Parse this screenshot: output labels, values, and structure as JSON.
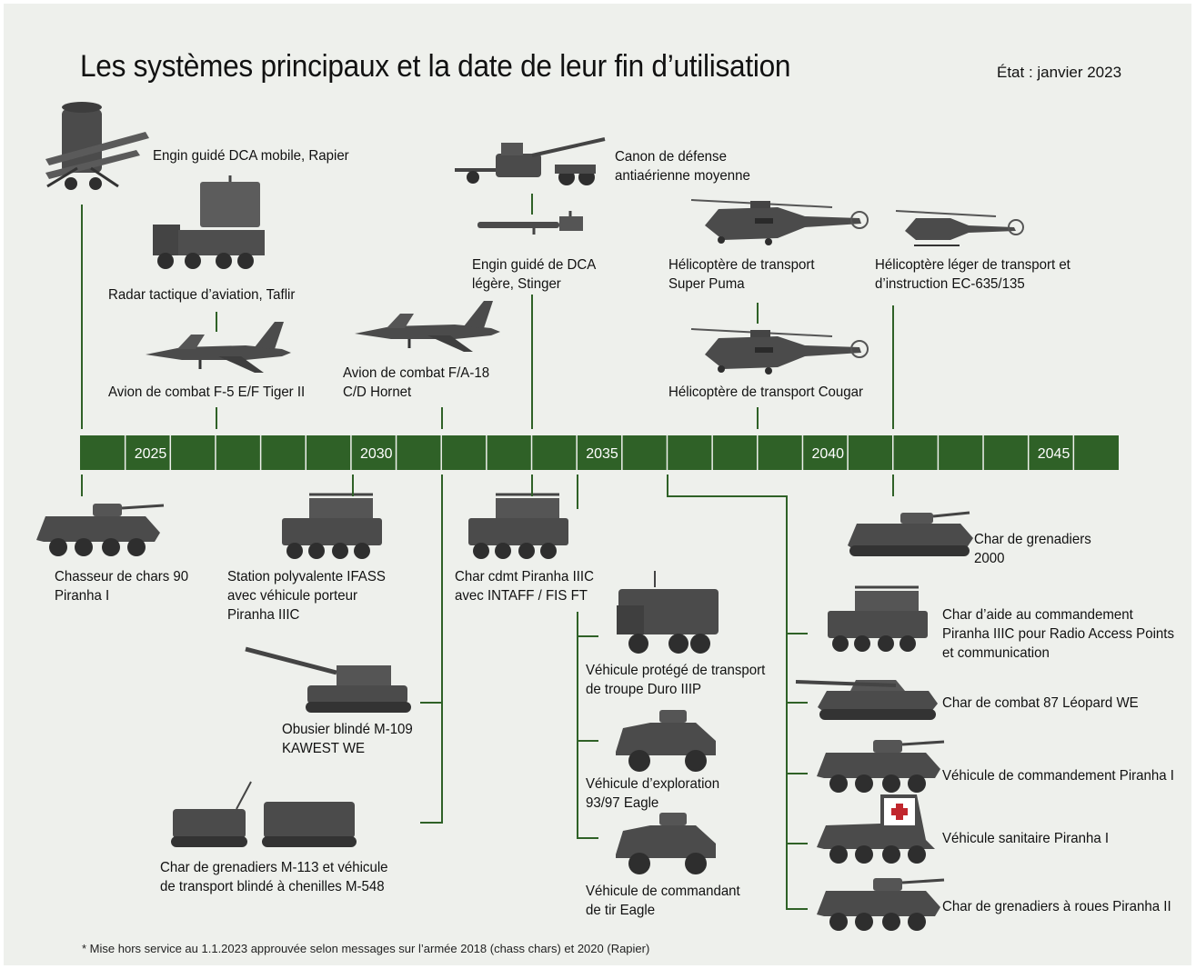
{
  "title": "Les systèmes principaux et la date de leur fin d’utilisation",
  "status": "État : janvier 2023",
  "footnote": "* Mise hors service au 1.1.2023 approuvée selon messages sur l’armée 2018 (chass chars) et 2020 (Rapier)",
  "colors": {
    "timeline": "#2f6127",
    "connector": "#2f6127",
    "vehicle": "#4b4b4b",
    "background": "#eef0ec"
  },
  "timeline": {
    "start_year": 2023,
    "end_year": 2046,
    "year_labels": [
      "2025",
      "2030",
      "2035",
      "2040",
      "2045"
    ]
  },
  "systems_above": [
    {
      "name": "Engin guidé DCA mobile, Rapier",
      "year": 2023,
      "icon": "missile-launcher-icon"
    },
    {
      "name": "Radar tactique d’aviation, Taflir",
      "year": 2026,
      "icon": "radar-truck-icon"
    },
    {
      "name": "Avion de combat F-5 E/F Tiger II",
      "year": 2026,
      "icon": "jet-fighter-icon"
    },
    {
      "name": "Avion de combat F/A-18\nC/D Hornet",
      "year": 2031,
      "icon": "jet-fighter-icon"
    },
    {
      "name": "Canon de défense\nantiaérienne moyenne",
      "year": 2033,
      "icon": "anti-aircraft-gun-icon"
    },
    {
      "name": "Engin guidé de DCA\nlégère, Stinger",
      "year": 2033,
      "icon": "shoulder-missile-icon"
    },
    {
      "name": "Hélicoptère de transport\nSuper Puma",
      "year": 2038,
      "icon": "helicopter-icon"
    },
    {
      "name": "Hélicoptère de transport Cougar",
      "year": 2038,
      "icon": "helicopter-icon"
    },
    {
      "name": "Hélicoptère léger de transport et\nd’instruction EC-635/135",
      "year": 2041,
      "icon": "light-helicopter-icon"
    }
  ],
  "systems_below": [
    {
      "name": "Chasseur de chars 90\nPiranha I",
      "year": 2023,
      "icon": "wheeled-tank-destroyer-icon"
    },
    {
      "name": "Station polyvalente IFASS\navec véhicule porteur\nPiranha IIIC",
      "year": 2029,
      "icon": "wheeled-station-icon"
    },
    {
      "name": "Char cdmt Piranha IIIC\navec INTAFF / FIS FT",
      "year": 2033,
      "icon": "wheeled-command-vehicle-icon"
    },
    {
      "name": "Char de grenadiers\n2000",
      "year": 2041,
      "icon": "tracked-ifv-icon"
    },
    {
      "name": "Obusier blindé M-109\nKAWEST WE",
      "year": 2031,
      "icon": "self-propelled-howitzer-icon"
    },
    {
      "name": "Char de grenadiers M-113 et véhicule\nde transport blindé à chenilles M-548",
      "year": 2031,
      "icon": "tracked-apc-icon"
    },
    {
      "name": "Véhicule protégé de transport\nde troupe Duro IIIP",
      "year": 2034,
      "icon": "armored-truck-icon"
    },
    {
      "name": "Véhicule d’exploration\n93/97 Eagle",
      "year": 2034,
      "icon": "scout-vehicle-icon"
    },
    {
      "name": "Véhicule de commandant\nde tir Eagle",
      "year": 2034,
      "icon": "scout-vehicle-icon"
    },
    {
      "name": "Char d’aide au commandement\nPiranha IIIC pour Radio Access Points\net communication",
      "year": 2036,
      "icon": "wheeled-command-vehicle-icon"
    },
    {
      "name": "Char de combat 87 Léopard WE",
      "year": 2036,
      "icon": "main-battle-tank-icon"
    },
    {
      "name": "Véhicule de commandement Piranha I",
      "year": 2036,
      "icon": "wheeled-apc-icon"
    },
    {
      "name": "Véhicule sanitaire Piranha I",
      "year": 2036,
      "icon": "ambulance-apc-icon"
    },
    {
      "name": "Char de grenadiers à roues Piranha II",
      "year": 2036,
      "icon": "wheeled-apc-icon"
    }
  ]
}
